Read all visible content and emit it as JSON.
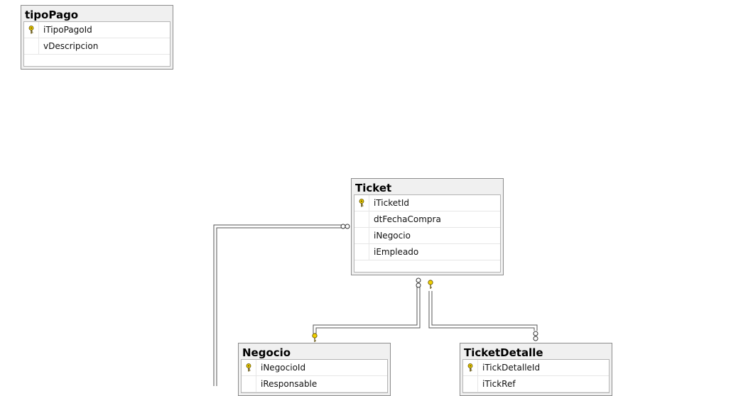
{
  "tables": {
    "tipoPago": {
      "title": "tipoPago",
      "columns": [
        {
          "name": "iTipoPagoId",
          "pk": true
        },
        {
          "name": "vDescripcion",
          "pk": false
        }
      ]
    },
    "ticket": {
      "title": "Ticket",
      "columns": [
        {
          "name": "iTicketId",
          "pk": true
        },
        {
          "name": "dtFechaCompra",
          "pk": false
        },
        {
          "name": "iNegocio",
          "pk": false
        },
        {
          "name": "iEmpleado",
          "pk": false
        }
      ]
    },
    "negocio": {
      "title": "Negocio",
      "columns": [
        {
          "name": "iNegocioId",
          "pk": true
        },
        {
          "name": "iResponsable",
          "pk": false
        }
      ]
    },
    "ticketDetalle": {
      "title": "TicketDetalle",
      "columns": [
        {
          "name": "iTickDetalleId",
          "pk": true
        },
        {
          "name": "iTickRef",
          "pk": false
        }
      ]
    }
  },
  "relationships": [
    {
      "from": "ticket",
      "to": "negocio",
      "from_end": "many",
      "to_end": "one"
    },
    {
      "from": "ticketDetalle",
      "to": "ticket",
      "from_end": "many",
      "to_end": "one"
    },
    {
      "from": "ticket",
      "to": "offscreen",
      "from_end": "many",
      "to_end": "unknown"
    }
  ],
  "colors": {
    "line": "#555555",
    "key": "#f0d000",
    "table_bg": "#f0f0f0",
    "table_border": "#8c8c8c"
  },
  "icons": {
    "primary_key": "key-icon"
  }
}
